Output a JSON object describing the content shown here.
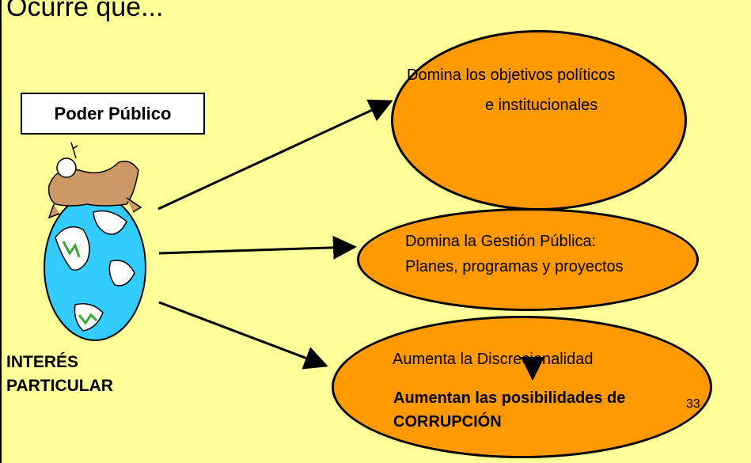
{
  "title": "Ocurre que...",
  "power_box": "Poder Público",
  "interest_label": [
    "INTERÉS",
    "PARTICULAR"
  ],
  "ellipses": [
    {
      "lines": [
        "Domina los objetivos políticos",
        "e institucionales"
      ]
    },
    {
      "lines": [
        "Domina la Gestión Pública:",
        "Planes, programas y proyectos"
      ]
    },
    {
      "line1": "Aumenta la Discrecionalidad",
      "bold_lines": [
        "Aumentan las posibilidades de",
        "CORRUPCIÓN"
      ]
    }
  ],
  "page_number": "33",
  "colors": {
    "background": "#ffff99",
    "ellipse_fill": "#ff9900",
    "box_fill": "#ffffff"
  },
  "icons": [
    "globe-with-reclining-person-icon"
  ]
}
